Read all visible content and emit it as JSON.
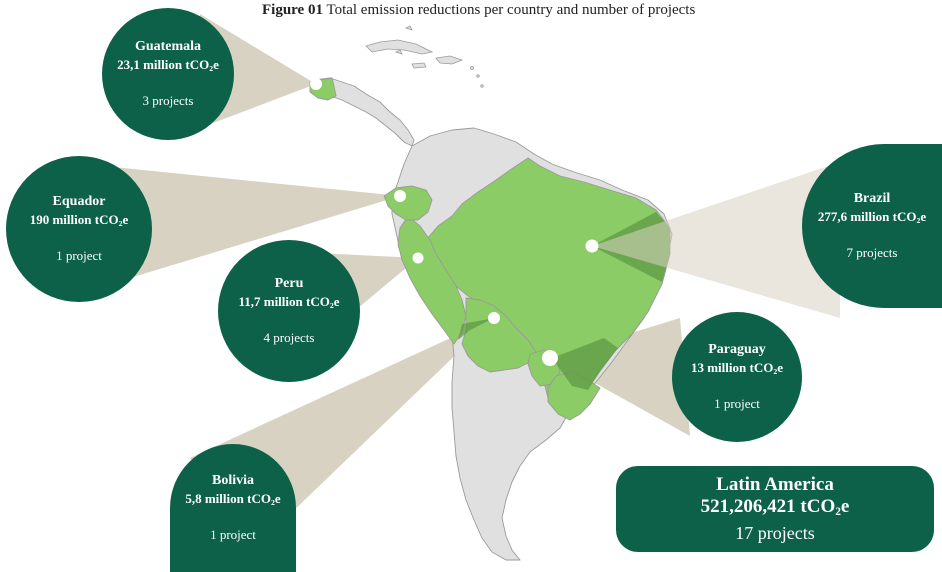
{
  "caption": {
    "label": "Figure 01",
    "text": "Total emission reductions per country and number of projects"
  },
  "unit": {
    "prefix": "tCO",
    "subscript": "2",
    "suffix": "e"
  },
  "countries": [
    {
      "name": "Guatemala",
      "amount": "23,1 million",
      "projects": "3 projects"
    },
    {
      "name": "Equador",
      "amount": "190 million",
      "projects": "1 project"
    },
    {
      "name": "Peru",
      "amount": "11,7 million",
      "projects": "4 projects"
    },
    {
      "name": "Bolivia",
      "amount": "5,8 million",
      "projects": "1 project"
    },
    {
      "name": "Brazil",
      "amount": "277,6 million",
      "projects": "7 projects"
    },
    {
      "name": "Paraguay",
      "amount": "13 million",
      "projects": "1 project"
    }
  ],
  "summary": {
    "title": "Latin America",
    "amount": "521,206,421",
    "projects": "17 projects"
  },
  "colors": {
    "bubble": "#0d6148",
    "callout": "#d8d2c2",
    "highlight": "#8ccc66",
    "highlight_dark": "#5f9a46",
    "land": "#e0e0e0",
    "border": "#9a9a9a"
  }
}
